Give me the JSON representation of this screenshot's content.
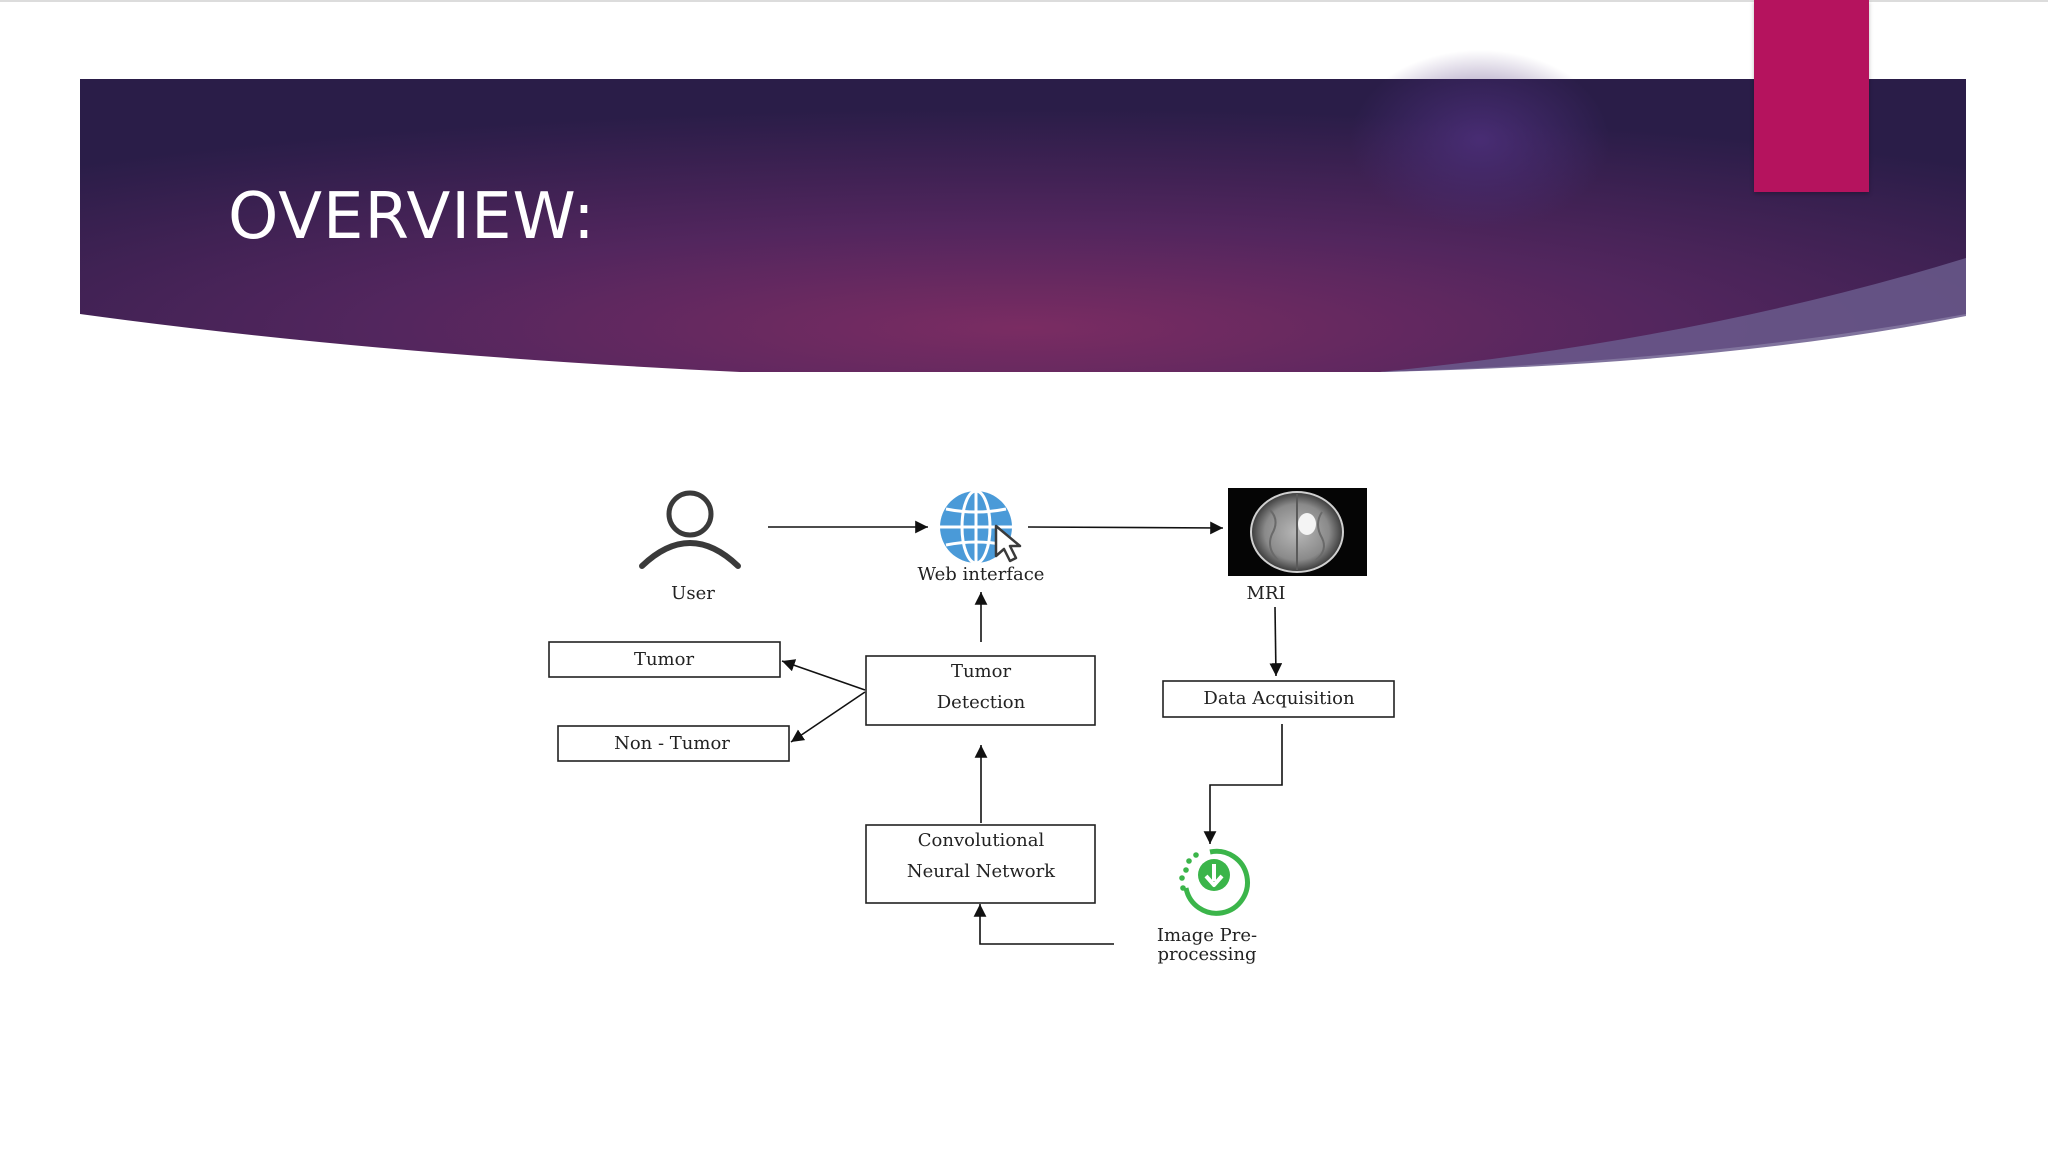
{
  "slide": {
    "title": "OVERVIEW:"
  },
  "diagram": {
    "nodes": {
      "user": "User",
      "web_interface": "Web interface",
      "mri": "MRI",
      "tumor": "Tumor",
      "non_tumor": "Non - Tumor",
      "tumor_detection_line1": "Tumor",
      "tumor_detection_line2": "Detection",
      "data_acquisition": "Data Acquisition",
      "cnn_line1": "Convolutional",
      "cnn_line2": "Neural Network",
      "preprocessing_line1": "Image Pre-",
      "preprocessing_line2": "processing"
    },
    "icons": {
      "user": "user-icon",
      "web_interface": "globe-cursor-icon",
      "mri": "brain-mri-image",
      "preprocessing": "download-circle-icon"
    }
  },
  "colors": {
    "banner_dark": "#2a1d48",
    "banner_mid": "#6a2a64",
    "accent": "#b5135e",
    "globe": "#4a9ad8",
    "download": "#3bb54a"
  }
}
